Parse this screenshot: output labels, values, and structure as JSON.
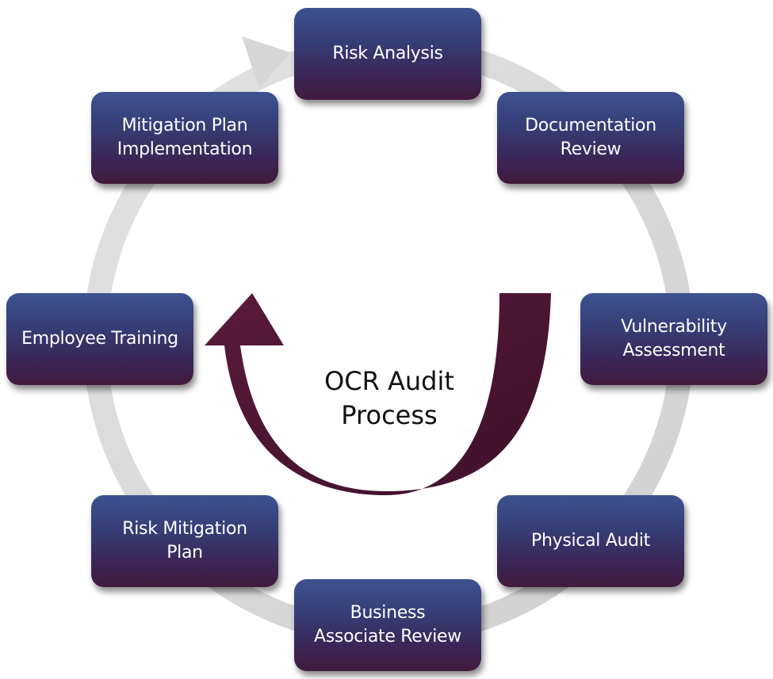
{
  "diagram": {
    "center_title": "OCR Audit\nProcess",
    "colors": {
      "box_top": "#3d5290",
      "box_bottom": "#421a3d",
      "ring": "#dcdcdc",
      "center_arrow": "#4a1533",
      "box_text": "#ffffff"
    },
    "steps": [
      {
        "label": "Risk Analysis"
      },
      {
        "label": "Documentation\nReview"
      },
      {
        "label": "Vulnerability\nAssessment"
      },
      {
        "label": "Physical Audit"
      },
      {
        "label": "Business\nAssociate Review"
      },
      {
        "label": "Risk Mitigation\nPlan"
      },
      {
        "label": "Employee Training"
      },
      {
        "label": "Mitigation Plan\nImplementation"
      }
    ]
  }
}
